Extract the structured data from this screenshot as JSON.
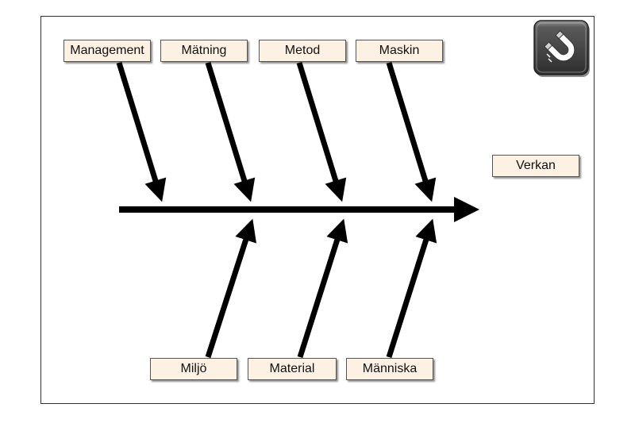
{
  "diagram": {
    "effect": "Verkan",
    "top_causes": [
      "Management",
      "Mätning",
      "Metod",
      "Maskin"
    ],
    "bottom_causes": [
      "Miljö",
      "Material",
      "Människa"
    ]
  },
  "logo": {
    "icon": "magnet-icon",
    "colors": {
      "tile_dark": "#3a3a3a",
      "tile_light": "#8a8a8a",
      "magnet": "#ffffff"
    }
  },
  "colors": {
    "box_fill": "#fdf1e4",
    "arrow": "#000000"
  }
}
